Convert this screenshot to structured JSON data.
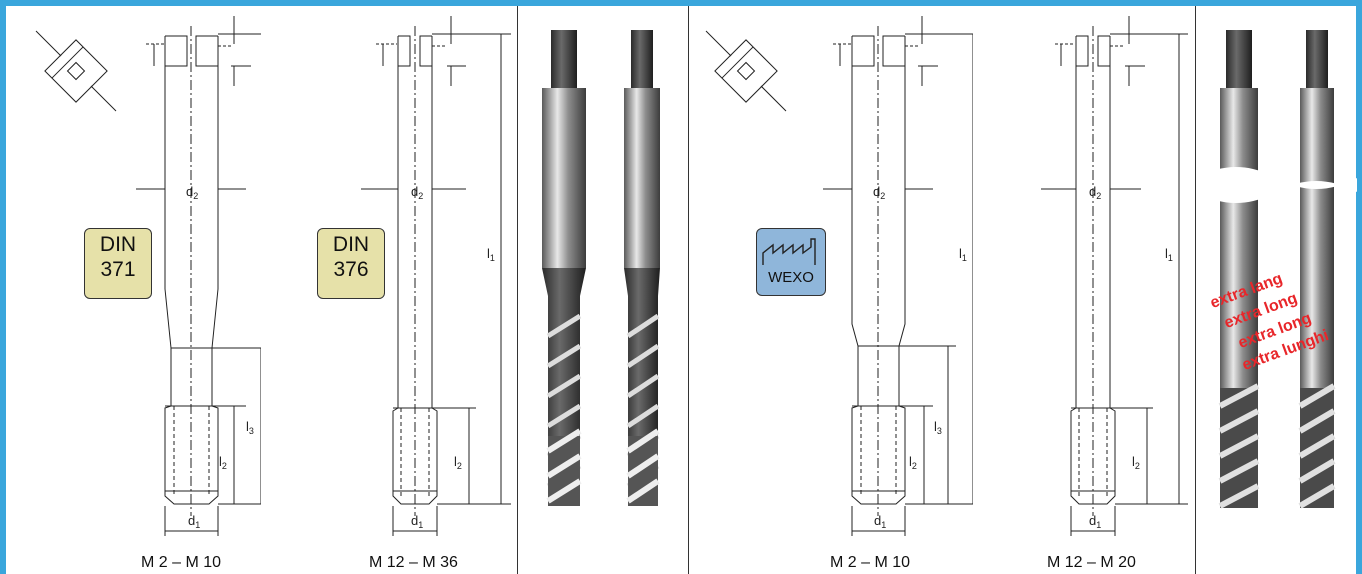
{
  "panels": [
    {
      "badge": {
        "lines": [
          "DIN",
          "371"
        ]
      },
      "size_left": "M 2 – M 10",
      "size_right": "M 12 – M 36"
    },
    {
      "badge": {
        "label": "WEXO"
      },
      "size_left": "M 2 – M 10",
      "size_right": "M 12 – M 20"
    }
  ],
  "badge_second": {
    "lines": [
      "DIN",
      "376"
    ]
  },
  "dims": {
    "d1": "d",
    "d1_sub": "1",
    "d2": "d",
    "d2_sub": "2",
    "l": "l",
    "l1_sub": "1",
    "l2_sub": "2",
    "l3_sub": "3"
  },
  "stamp_lines": [
    "extra lang",
    "extra long",
    "extra long",
    "extra lunghi"
  ],
  "colors": {
    "frame": "#3aa6dc",
    "din_badge": "#e6e1a9",
    "wexo_badge": "#8fb6da",
    "stamp": "#e8262a"
  }
}
